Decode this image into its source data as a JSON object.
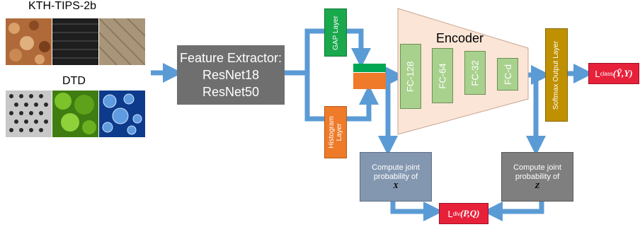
{
  "datasets": {
    "kth_title": "KTH-TIPS-2b",
    "dtd_title": "DTD"
  },
  "feature_extractor": {
    "line1": "Feature Extractor:",
    "line2": "ResNet18",
    "line3": "ResNet50"
  },
  "layers": {
    "gap": "GAP Layer",
    "histogram_line1": "Histogram",
    "histogram_line2": "Layer",
    "softmax": "Softmax Output Layer"
  },
  "encoder": {
    "title": "Encoder",
    "fc": [
      "FC-128",
      "FC-64",
      "FC-32",
      "FC-d"
    ]
  },
  "probability": {
    "line1": "Compute joint",
    "line2": "probability of",
    "x_var": "X",
    "z_var": "Z"
  },
  "losses": {
    "class_prefix": "L",
    "class_sub": "class",
    "class_args": "(Ŷ,Y)",
    "div_prefix": "L",
    "div_sub": "div",
    "div_args": "(P,Q)"
  },
  "colors": {
    "arrow": "#5b9bd5",
    "feature_extractor": "#6f6f6f",
    "gap": "#1aa84d",
    "histogram": "#ee7a2a",
    "encoder_fill": "#fbe5d6",
    "fc": "#a9d18e",
    "softmax": "#bf9000",
    "loss": "#e8213b",
    "prob_x": "#8497b0",
    "prob_z": "#7f7f7f"
  }
}
